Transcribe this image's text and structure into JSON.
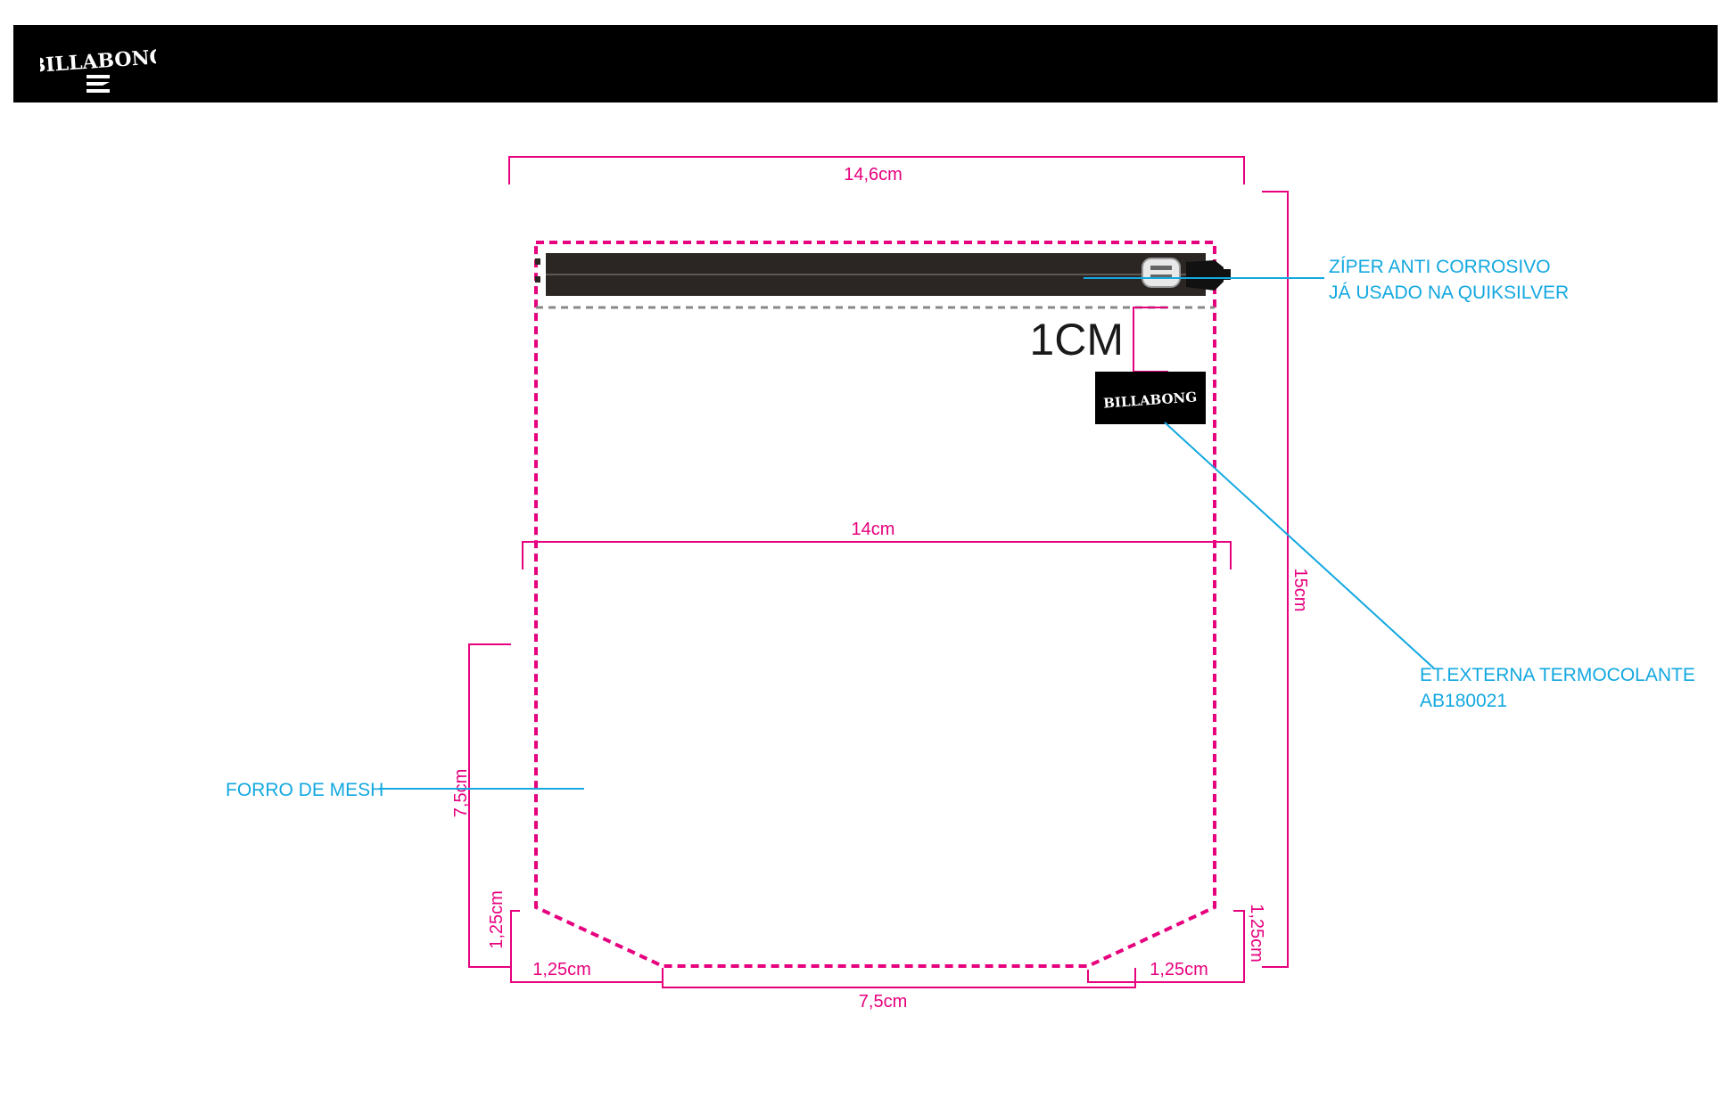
{
  "header": {
    "brand_logo_text": "BILLABONG",
    "colors": {
      "background": "#000000",
      "logo": "#ffffff"
    }
  },
  "dimensions": {
    "top_width": "14,6cm",
    "pocket_width": "14cm",
    "total_height": "15cm",
    "lower_height": "7,5cm",
    "corner_height_left": "1,25cm",
    "corner_height_right": "1,25cm",
    "corner_width_left": "1,25cm",
    "corner_width_right": "1,25cm",
    "bottom_width": "7,5cm",
    "zipper_to_label": "1CM"
  },
  "callouts": {
    "zipper_line1": "ZÍPER ANTI CORROSIVO",
    "zipper_line2": "JÁ USADO NA QUIKSILVER",
    "label_line1": "ET.EXTERNA TERMOCOLANTE",
    "label_line2": "AB180021",
    "lining": "FORRO DE MESH"
  },
  "label_patch": {
    "logo_text": "BILLABONG"
  },
  "colors": {
    "dimension": "#e6007e",
    "callout": "#13a8e0",
    "zipper": "#2b2623",
    "dashed_outline": "#e6007e",
    "zipper_seam": "#888888"
  }
}
